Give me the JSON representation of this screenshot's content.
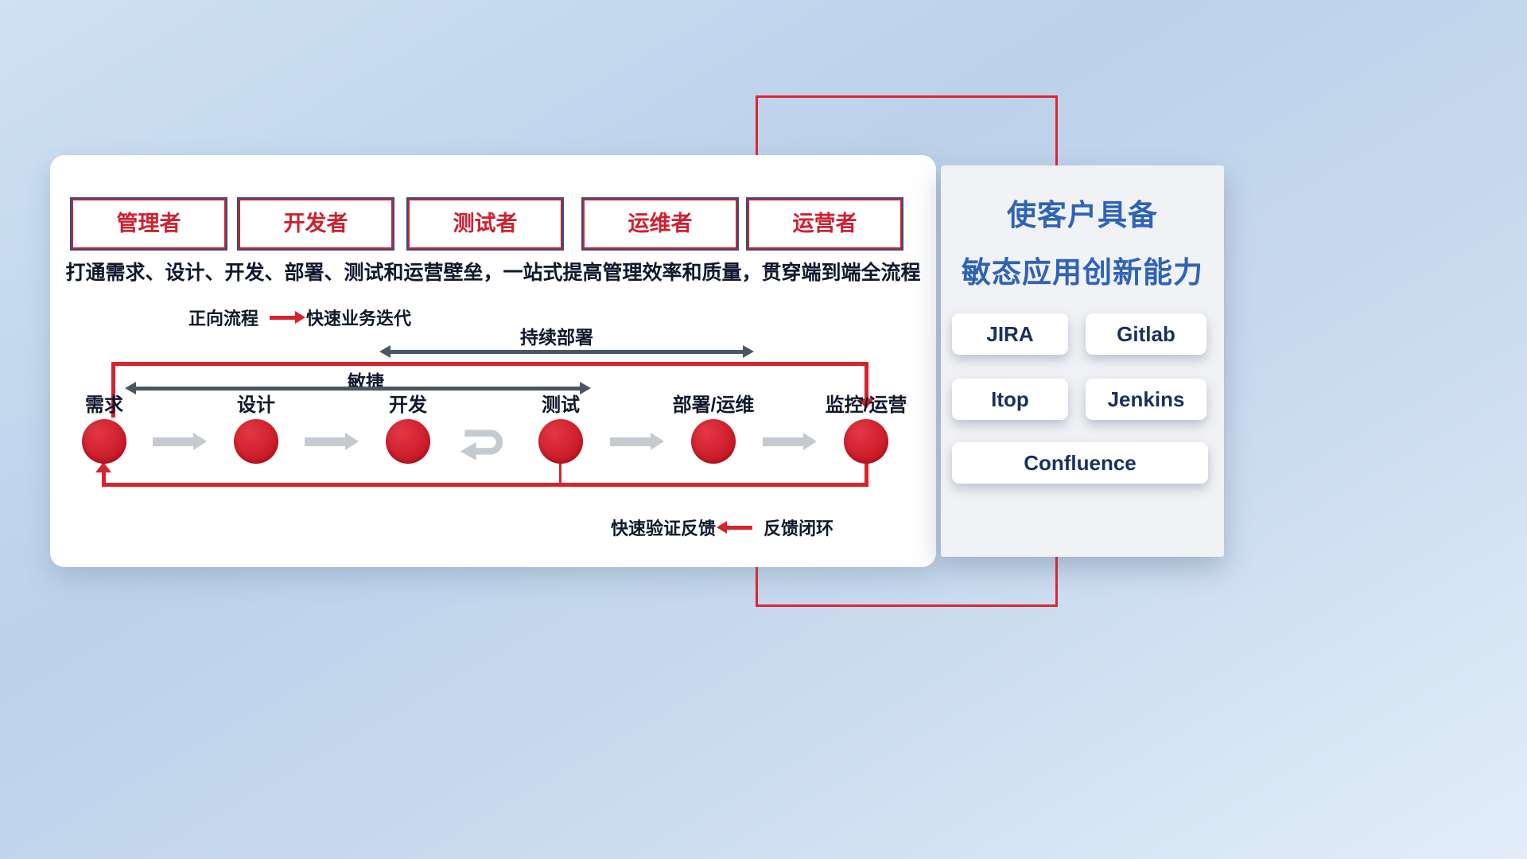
{
  "roles": [
    "管理者",
    "开发者",
    "测试者",
    "运维者",
    "运营者"
  ],
  "subtitle": "打通需求、设计、开发、部署、测试和运营壁垒，一站式提高管理效率和质量，贯穿端到端全流程",
  "legend_forward": {
    "label": "正向流程",
    "value": "快速业务迭代"
  },
  "span_arrows": {
    "continuous_deploy": "持续部署",
    "agile": "敏捷"
  },
  "flow": {
    "nodes": [
      "需求",
      "设计",
      "开发",
      "测试",
      "部署/运维",
      "监控/运营"
    ]
  },
  "legend_feedback": {
    "label": "快速验证反馈",
    "value": "反馈闭环"
  },
  "right_panel": {
    "title_line1": "使客户具备",
    "title_line2": "敏态应用创新能力",
    "tools": [
      "JIRA",
      "Gitlab",
      "Itop",
      "Jenkins",
      "Confluence"
    ]
  },
  "colors": {
    "accent_red": "#d8222c",
    "frame_red": "#e02531",
    "dark_arrow_gray": "#4a5663",
    "light_arrow_gray": "#c5cad0",
    "title_blue": "#2e63b5",
    "navy_text": "#10182b",
    "role_border_blue": "#33507e"
  }
}
